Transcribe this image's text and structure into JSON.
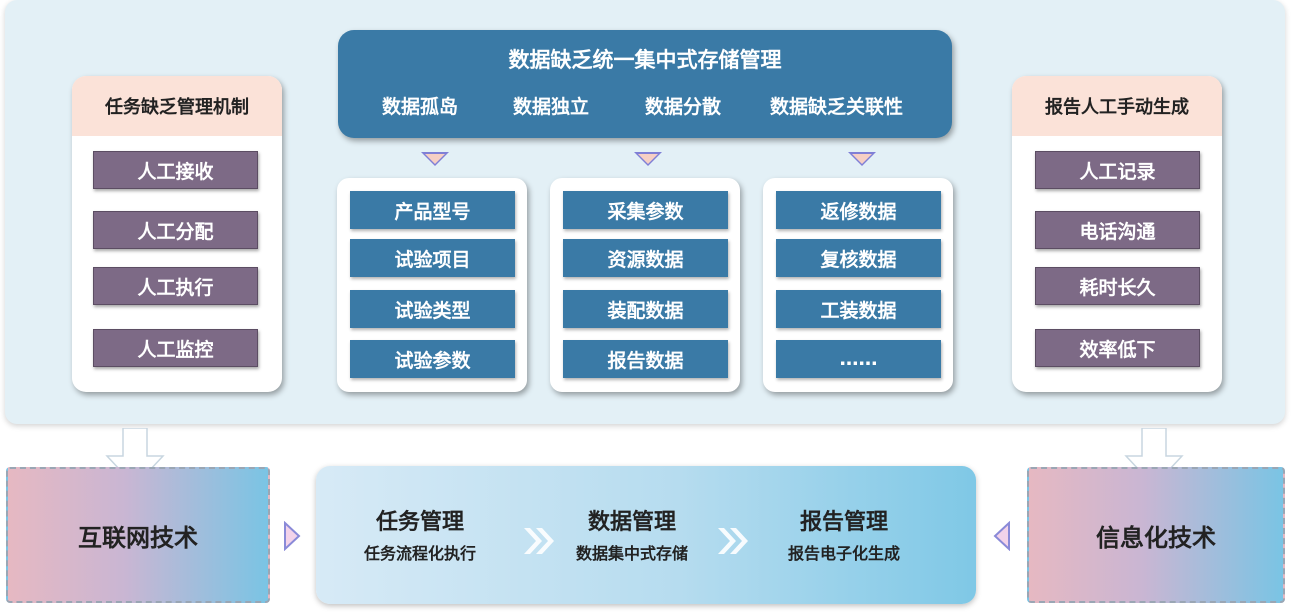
{
  "colors": {
    "panel_bg": "#e3f0f6",
    "blue": "#3a7aa6",
    "purple": "#7d6a86",
    "peach": "#fbe2d8"
  },
  "top_banner": {
    "title": "数据缺乏统一集中式存储管理",
    "items": [
      "数据孤岛",
      "数据独立",
      "数据分散",
      "数据缺乏关联性"
    ]
  },
  "left_card": {
    "title": "任务缺乏管理机制",
    "items": [
      "人工接收",
      "人工分配",
      "人工执行",
      "人工监控"
    ]
  },
  "right_card": {
    "title": "报告人工手动生成",
    "items": [
      "人工记录",
      "电话沟通",
      "耗时长久",
      "效率低下"
    ]
  },
  "columns": [
    {
      "items": [
        "产品型号",
        "试验项目",
        "试验类型",
        "试验参数"
      ]
    },
    {
      "items": [
        "采集参数",
        "资源数据",
        "装配数据",
        "报告数据"
      ]
    },
    {
      "items": [
        "返修数据",
        "复核数据",
        "工装数据",
        "……"
      ]
    }
  ],
  "bottom": {
    "left_tech": "互联网技术",
    "right_tech": "信息化技术",
    "management": [
      {
        "title": "任务管理",
        "subtitle": "任务流程化执行"
      },
      {
        "title": "数据管理",
        "subtitle": "数据集中式存储"
      },
      {
        "title": "报告管理",
        "subtitle": "报告电子化生成"
      }
    ]
  }
}
